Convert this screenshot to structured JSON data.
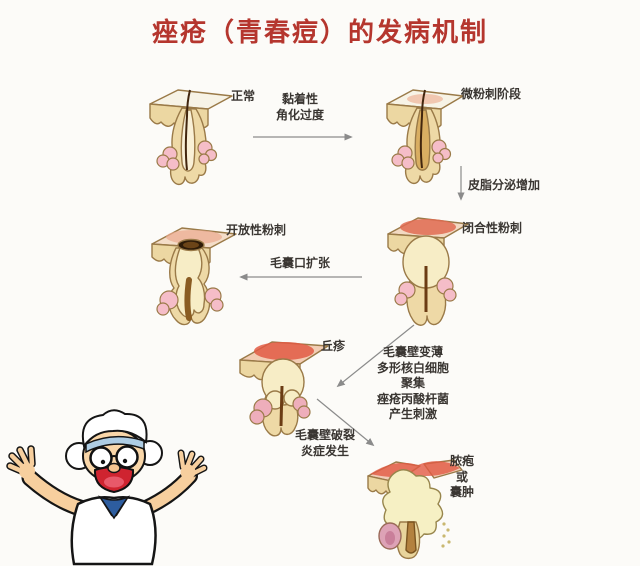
{
  "title": "痤疮（青春痘）的发病机制",
  "colors": {
    "title_red": "#b5362e",
    "label_text": "#3a3632",
    "arrow_gray": "#8b8b8b",
    "background": "#fcfbf8",
    "skin_tan": "#ecd7a2",
    "comedone_cream": "#f7edc6",
    "gland_pink": "#f5bdc8",
    "inflamed_red": "#e06b52"
  },
  "stages": [
    {
      "id": "normal",
      "label": "正常"
    },
    {
      "id": "micro",
      "label": "微粉刺阶段"
    },
    {
      "id": "closed",
      "label": "闭合性粉刺"
    },
    {
      "id": "open",
      "label": "开放性粉刺"
    },
    {
      "id": "papule",
      "label": "丘疹"
    },
    {
      "id": "pustule",
      "label_lines": [
        "脓疱",
        "或",
        "囊肿"
      ]
    }
  ],
  "annotations": {
    "keratinization": {
      "lines": [
        "黏着性",
        "角化过度"
      ]
    },
    "sebum": {
      "label": "皮脂分泌增加"
    },
    "dilation": {
      "label": "毛囊口扩张"
    },
    "inflammation": {
      "lines": [
        "毛囊壁变薄",
        "多形核白细胞",
        "聚集",
        "痤疮丙酸杆菌",
        "产生刺激"
      ]
    },
    "rupture": {
      "lines": [
        "毛囊壁破裂",
        "炎症发生"
      ]
    }
  }
}
